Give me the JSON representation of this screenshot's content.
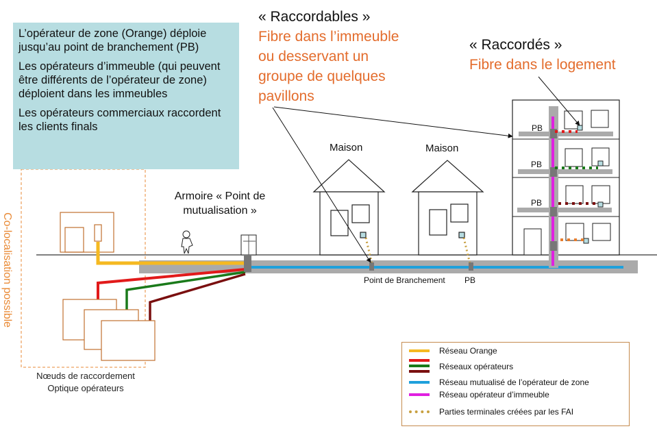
{
  "infobox": {
    "paragraphs": [
      "L’opérateur de zone (Orange) déploie jusqu’au point de branchement (PB)",
      "Les opérateurs d’immeuble (qui peuvent être différents de l’opérateur de zone) déploient dans les immeubles",
      "Les opérateurs commerciaux raccordent les clients finals"
    ]
  },
  "raccordables": {
    "title": "« Raccordables »",
    "lines": [
      "Fibre dans l’immeuble",
      "ou desservant un",
      "groupe de quelques",
      "pavillons"
    ]
  },
  "raccordes": {
    "title": "« Raccordés »",
    "subtitle": "Fibre dans le logement"
  },
  "labels": {
    "colocalisation": "Co-localisation possible",
    "armoire_line1": "Armoire « Point de",
    "armoire_line2": "mutualisation »",
    "maison1": "Maison",
    "maison2": "Maison",
    "point_branchement": "Point de Branchement",
    "pb_house2": "PB",
    "pb_floors": [
      "PB",
      "PB",
      "PB"
    ],
    "nro_line1": "Nœuds de raccordement",
    "nro_line2": "Optique opérateurs"
  },
  "colors": {
    "orange_network": "#f5b921",
    "operator_red": "#e11a1a",
    "operator_green": "#1a7a1a",
    "operator_darkred": "#7a0f0f",
    "mutualised_blue": "#1fa0dc",
    "building_magenta": "#e020e0",
    "terminal_dots": "#c8a040",
    "text_orange": "#e36c2c",
    "infobox_bg": "#b7dde1",
    "duct_grey": "#a9a9a9"
  },
  "legend": {
    "items": [
      {
        "label": "Réseau Orange",
        "color": "#f5b921",
        "style": "solid"
      },
      {
        "label": "Réseaux opérateurs",
        "colors": [
          "#e11a1a",
          "#1a7a1a",
          "#7a0f0f"
        ],
        "style": "solid"
      },
      {
        "label": "Réseau mutualisé de l’opérateur de zone",
        "color": "#1fa0dc",
        "style": "solid"
      },
      {
        "label": "Réseau opérateur d’immeuble",
        "color": "#e020e0",
        "style": "solid"
      },
      {
        "label": "Parties terminales créées par les FAI",
        "color": "#c8a040",
        "style": "dotted"
      }
    ]
  }
}
